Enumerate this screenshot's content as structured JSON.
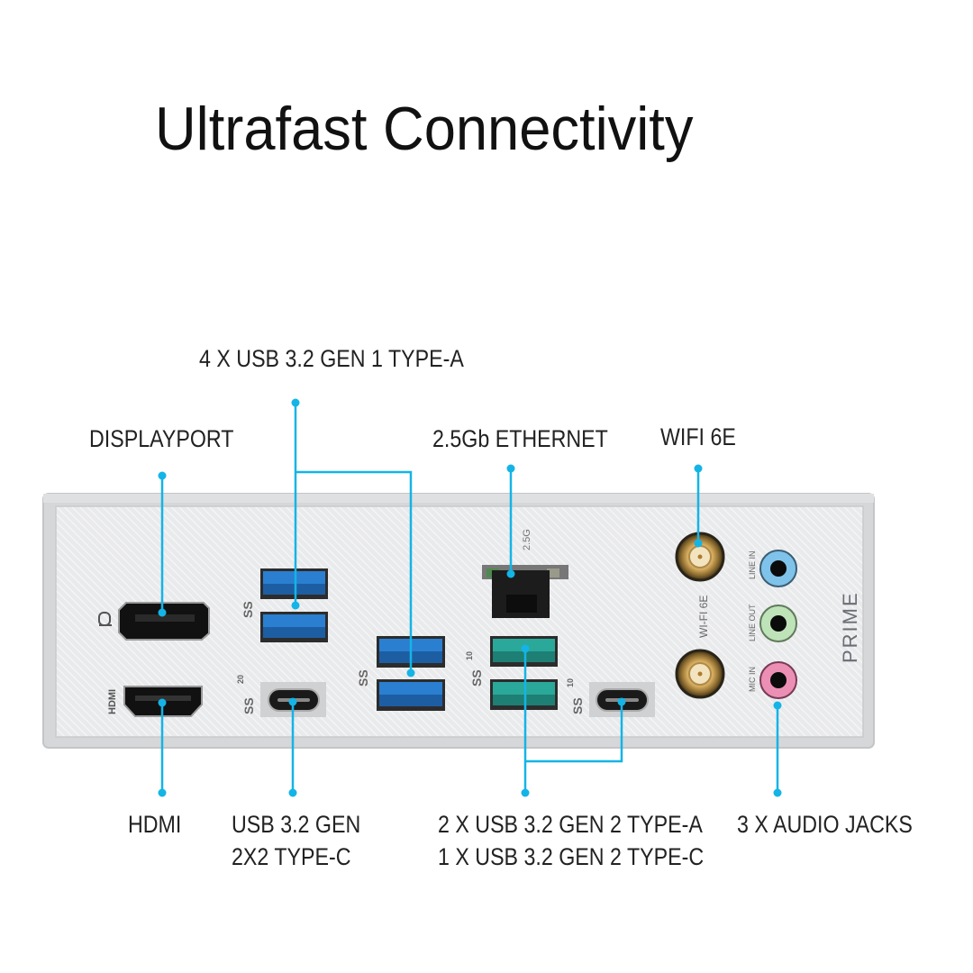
{
  "title": "Ultrafast Connectivity",
  "callout_color": "#14b4e6",
  "callouts": {
    "usb_gen1": "4 X USB 3.2 GEN 1 TYPE-A",
    "displayport": "DISPLAYPORT",
    "ethernet": "2.5Gb ETHERNET",
    "wifi": "WIFI 6E",
    "hdmi": "HDMI",
    "usb_gen2x2_line1": "USB 3.2 GEN",
    "usb_gen2x2_line2": "2X2 TYPE-C",
    "usb_gen2_line1": "2 X USB 3.2 GEN 2 TYPE-A",
    "usb_gen2_line2": "1 X USB 3.2 GEN 2 TYPE-C",
    "audio": "3 X AUDIO JACKS"
  },
  "panel": {
    "brand": "PRIME",
    "port_labels": {
      "hdmi": "HDMI",
      "ethernet_speed": "2.5G",
      "wifi": "WI-FI 6E",
      "line_in": "LINE IN",
      "line_out": "LINE OUT",
      "mic_in": "MIC IN",
      "ss": "SS",
      "ss_20": "20",
      "ss_10": "10"
    },
    "colors": {
      "usb_gen1": "#2a7fd0",
      "usb_gen2": "#2aa89a",
      "line_in": "#7fc3ea",
      "line_out": "#bfe3b8",
      "mic_in": "#ec8fb5",
      "antenna": "#c9a45a"
    }
  }
}
